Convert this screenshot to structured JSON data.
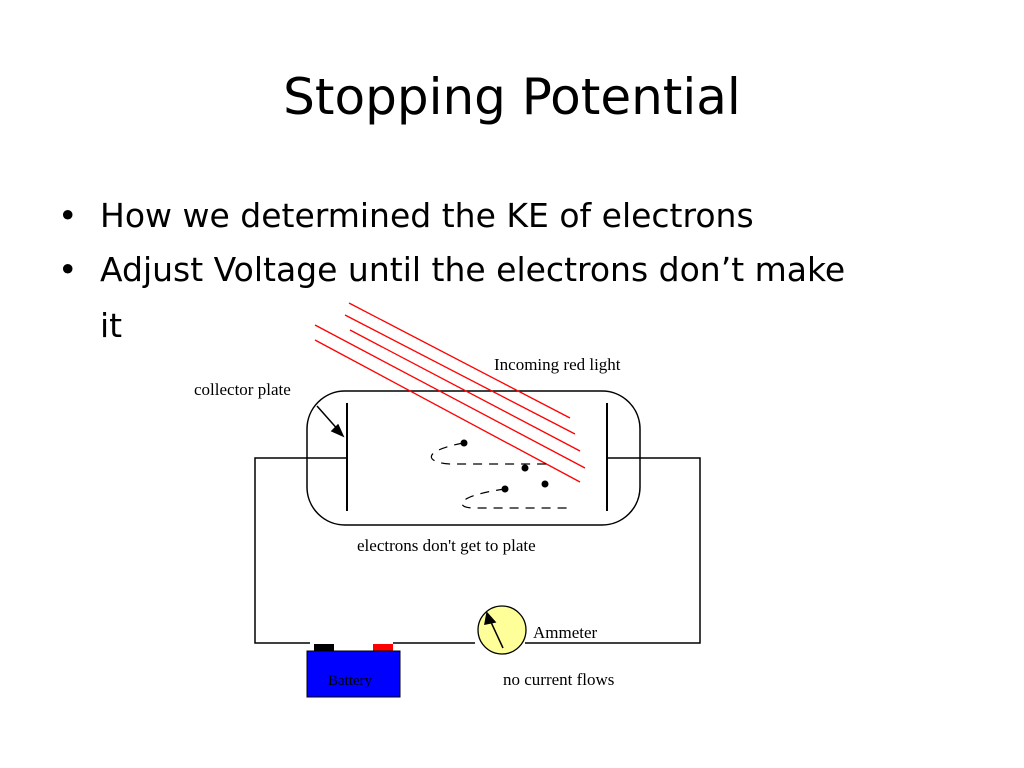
{
  "slide": {
    "title": "Stopping Potential",
    "bullets": [
      {
        "text": "How we determined the KE of electrons"
      },
      {
        "text_line1": "Adjust Voltage until the electrons don’t make",
        "text_line2": "it"
      }
    ]
  },
  "diagram": {
    "labels": {
      "incoming_light": "Incoming red light",
      "collector_plate": "collector plate",
      "electrons_caption": "electrons don't get to plate",
      "ammeter": "Ammeter",
      "current_caption": "no current flows",
      "battery": "Battery"
    },
    "colors": {
      "light_rays": "#ff0000",
      "battery_body": "#0000ff",
      "battery_terminal_negative": "#000000",
      "battery_terminal_positive": "#ff0000",
      "ammeter_face": "#ffff99",
      "wire": "#000000"
    }
  }
}
